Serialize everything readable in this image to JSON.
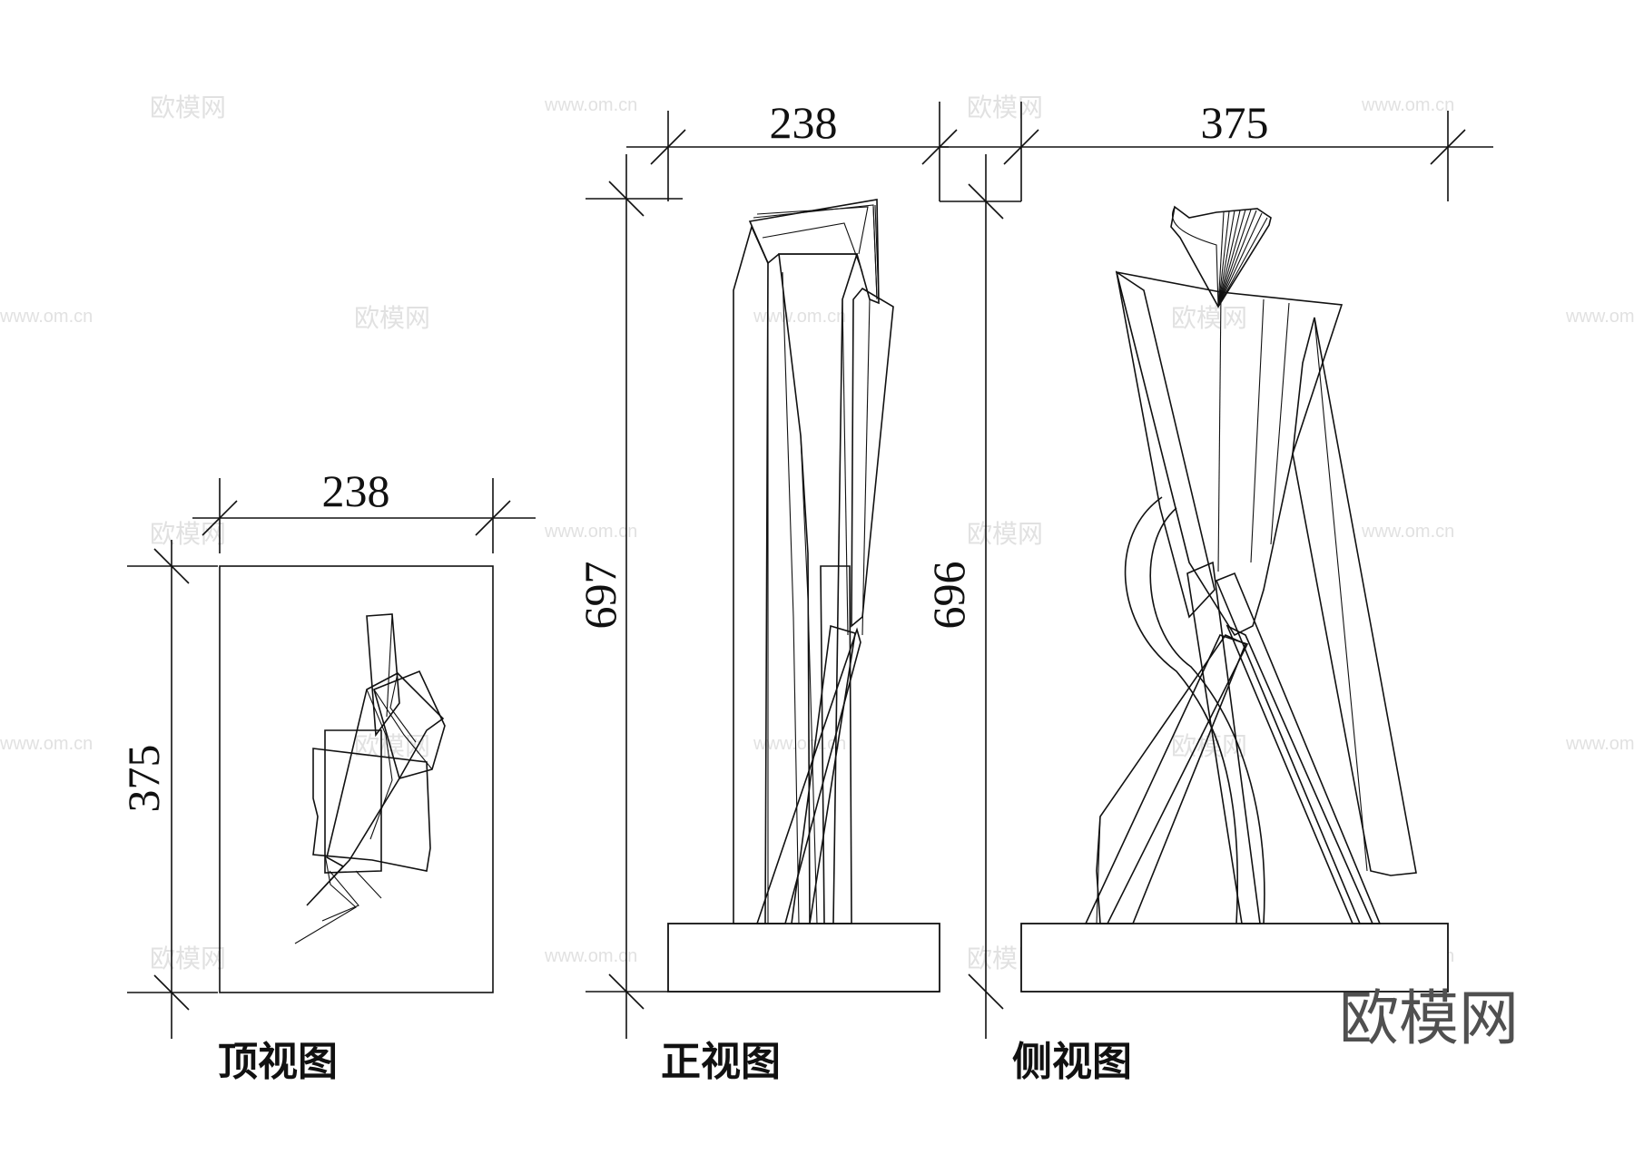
{
  "views": {
    "top": {
      "title": "顶视图",
      "width_dim": "238",
      "height_dim": "375"
    },
    "front": {
      "title": "正视图",
      "width_dim": "238",
      "height_dim": "697"
    },
    "side": {
      "title": "侧视图",
      "width_dim": "375",
      "height_dim": "696"
    }
  },
  "watermark": {
    "brand": "欧模网",
    "url": "www.om.cn",
    "corner_logo": "欧模网"
  }
}
